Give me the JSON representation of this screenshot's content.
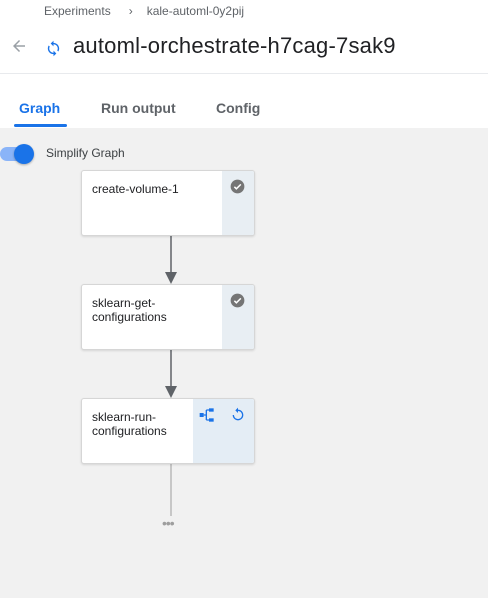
{
  "breadcrumb": {
    "experiments": "Experiments",
    "separator": "›",
    "experiment_name": "kale-automl-0y2pij"
  },
  "header": {
    "title": "automl-orchestrate-h7cag-7sak9",
    "back_icon": "arrow-back-icon",
    "status_icon": "running-status-icon"
  },
  "tabs": [
    {
      "label": "Graph",
      "active": true
    },
    {
      "label": "Run output",
      "active": false
    },
    {
      "label": "Config",
      "active": false
    }
  ],
  "graph": {
    "simplify_label": "Simplify Graph",
    "simplify_enabled": true,
    "nodes": [
      {
        "label": "create-volume-1",
        "status": "succeeded"
      },
      {
        "label": "sklearn-get-configurations",
        "status": "succeeded"
      },
      {
        "label": "sklearn-run-configurations",
        "status": "running",
        "has_subgraph": true
      }
    ],
    "more_indicator": "•••"
  },
  "colors": {
    "accent": "#1a73e8",
    "canvas_bg": "#f1f1f1",
    "success_icon": "#757575",
    "edge": "#5f6368"
  }
}
